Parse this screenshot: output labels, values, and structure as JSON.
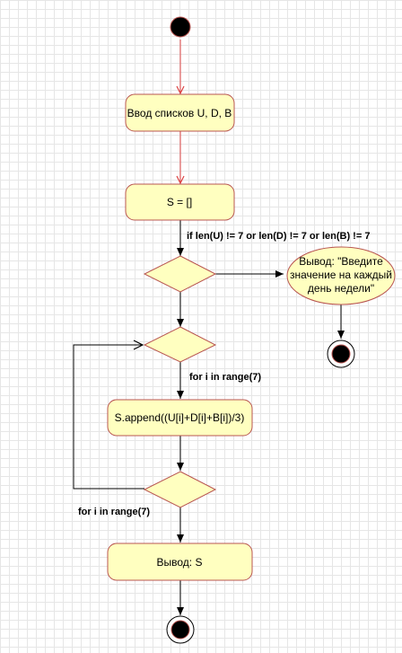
{
  "diagram": {
    "nodes": {
      "input_lists": "Ввод списков U, D, B",
      "init_s": "S = []",
      "append": "S.append((U[i]+D[i]+B[i])/3)",
      "output_s": "Вывод: S",
      "error_line1": "Вывод: \"Введите",
      "error_line2": "значение на каждый",
      "error_line3": "день недели\""
    },
    "edge_labels": {
      "condition": "if len(U) != 7 or len(D) != 7 or len(B) != 7",
      "loop_top": "for i in range(7)",
      "loop_bottom": "for i in range(7)"
    }
  },
  "colors": {
    "node_fill": "#ffffc0",
    "node_stroke": "#b85450",
    "red_edge": "#dd4444",
    "black_edge": "#000000",
    "terminal": "#000000"
  }
}
